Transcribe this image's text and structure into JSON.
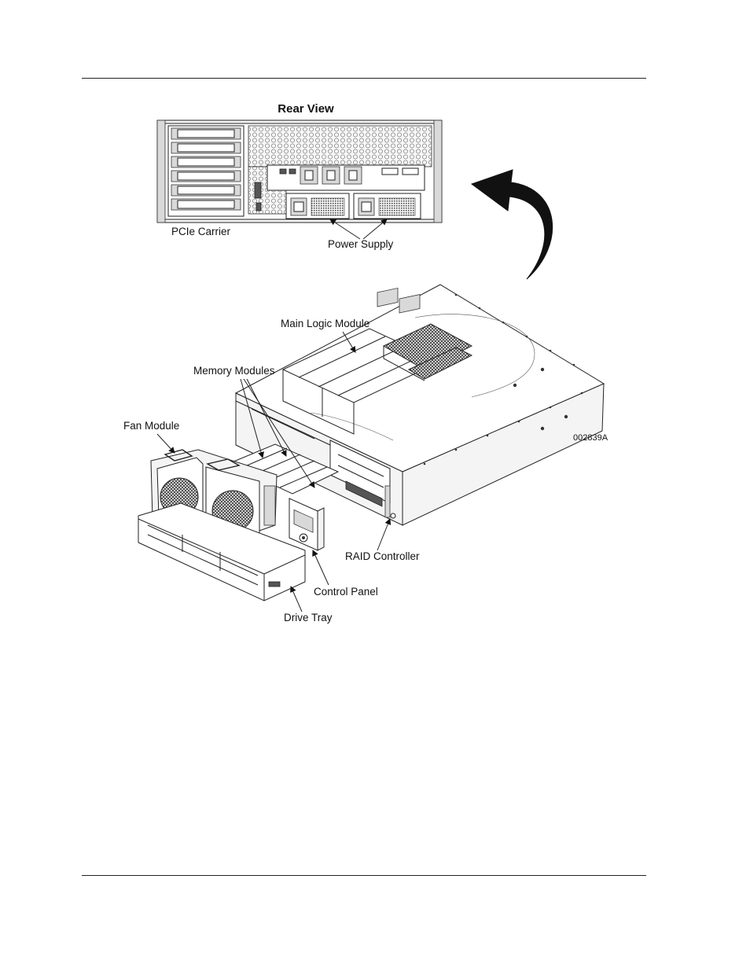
{
  "figure": {
    "title": "Rear View",
    "figure_code": "002839A",
    "labels": {
      "pcie_carrier": "PCIe Carrier",
      "power_supply": "Power Supply",
      "main_logic_module": "Main Logic Module",
      "memory_modules": "Memory Modules",
      "fan_module": "Fan Module",
      "raid_controller": "RAID Controller",
      "control_panel": "Control Panel",
      "drive_tray": "Drive Tray"
    }
  }
}
